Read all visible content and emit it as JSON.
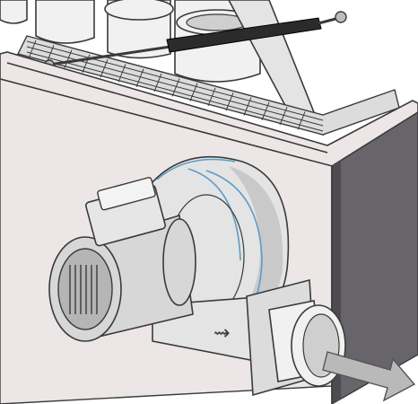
{
  "figure": {
    "colors": {
      "background": "#ffffff",
      "outline": "#3a3a3a",
      "cabinet_front": "#ece7e6",
      "cabinet_side": "#68656a",
      "cabinet_side_dark": "#4e4b50",
      "grille": "#dcdcdc",
      "pipe": "#f1f1f1",
      "strut_body": "#2b2b2b",
      "fan_body": "#e4e4e4",
      "fan_shade": "#c9c9c9",
      "motor_body": "#d7d7d7",
      "highlight_line": "#5a9cc7",
      "arrow_fill": "#b9b9b9"
    },
    "icons": {
      "cabinet": "cabinet-illustration",
      "gas_strut": "gas-spring-illustration",
      "blower": "centrifugal-fan-illustration",
      "motor": "electric-motor-illustration",
      "outlet": "outlet-flange-illustration",
      "airflow": "airflow-arrow"
    }
  }
}
